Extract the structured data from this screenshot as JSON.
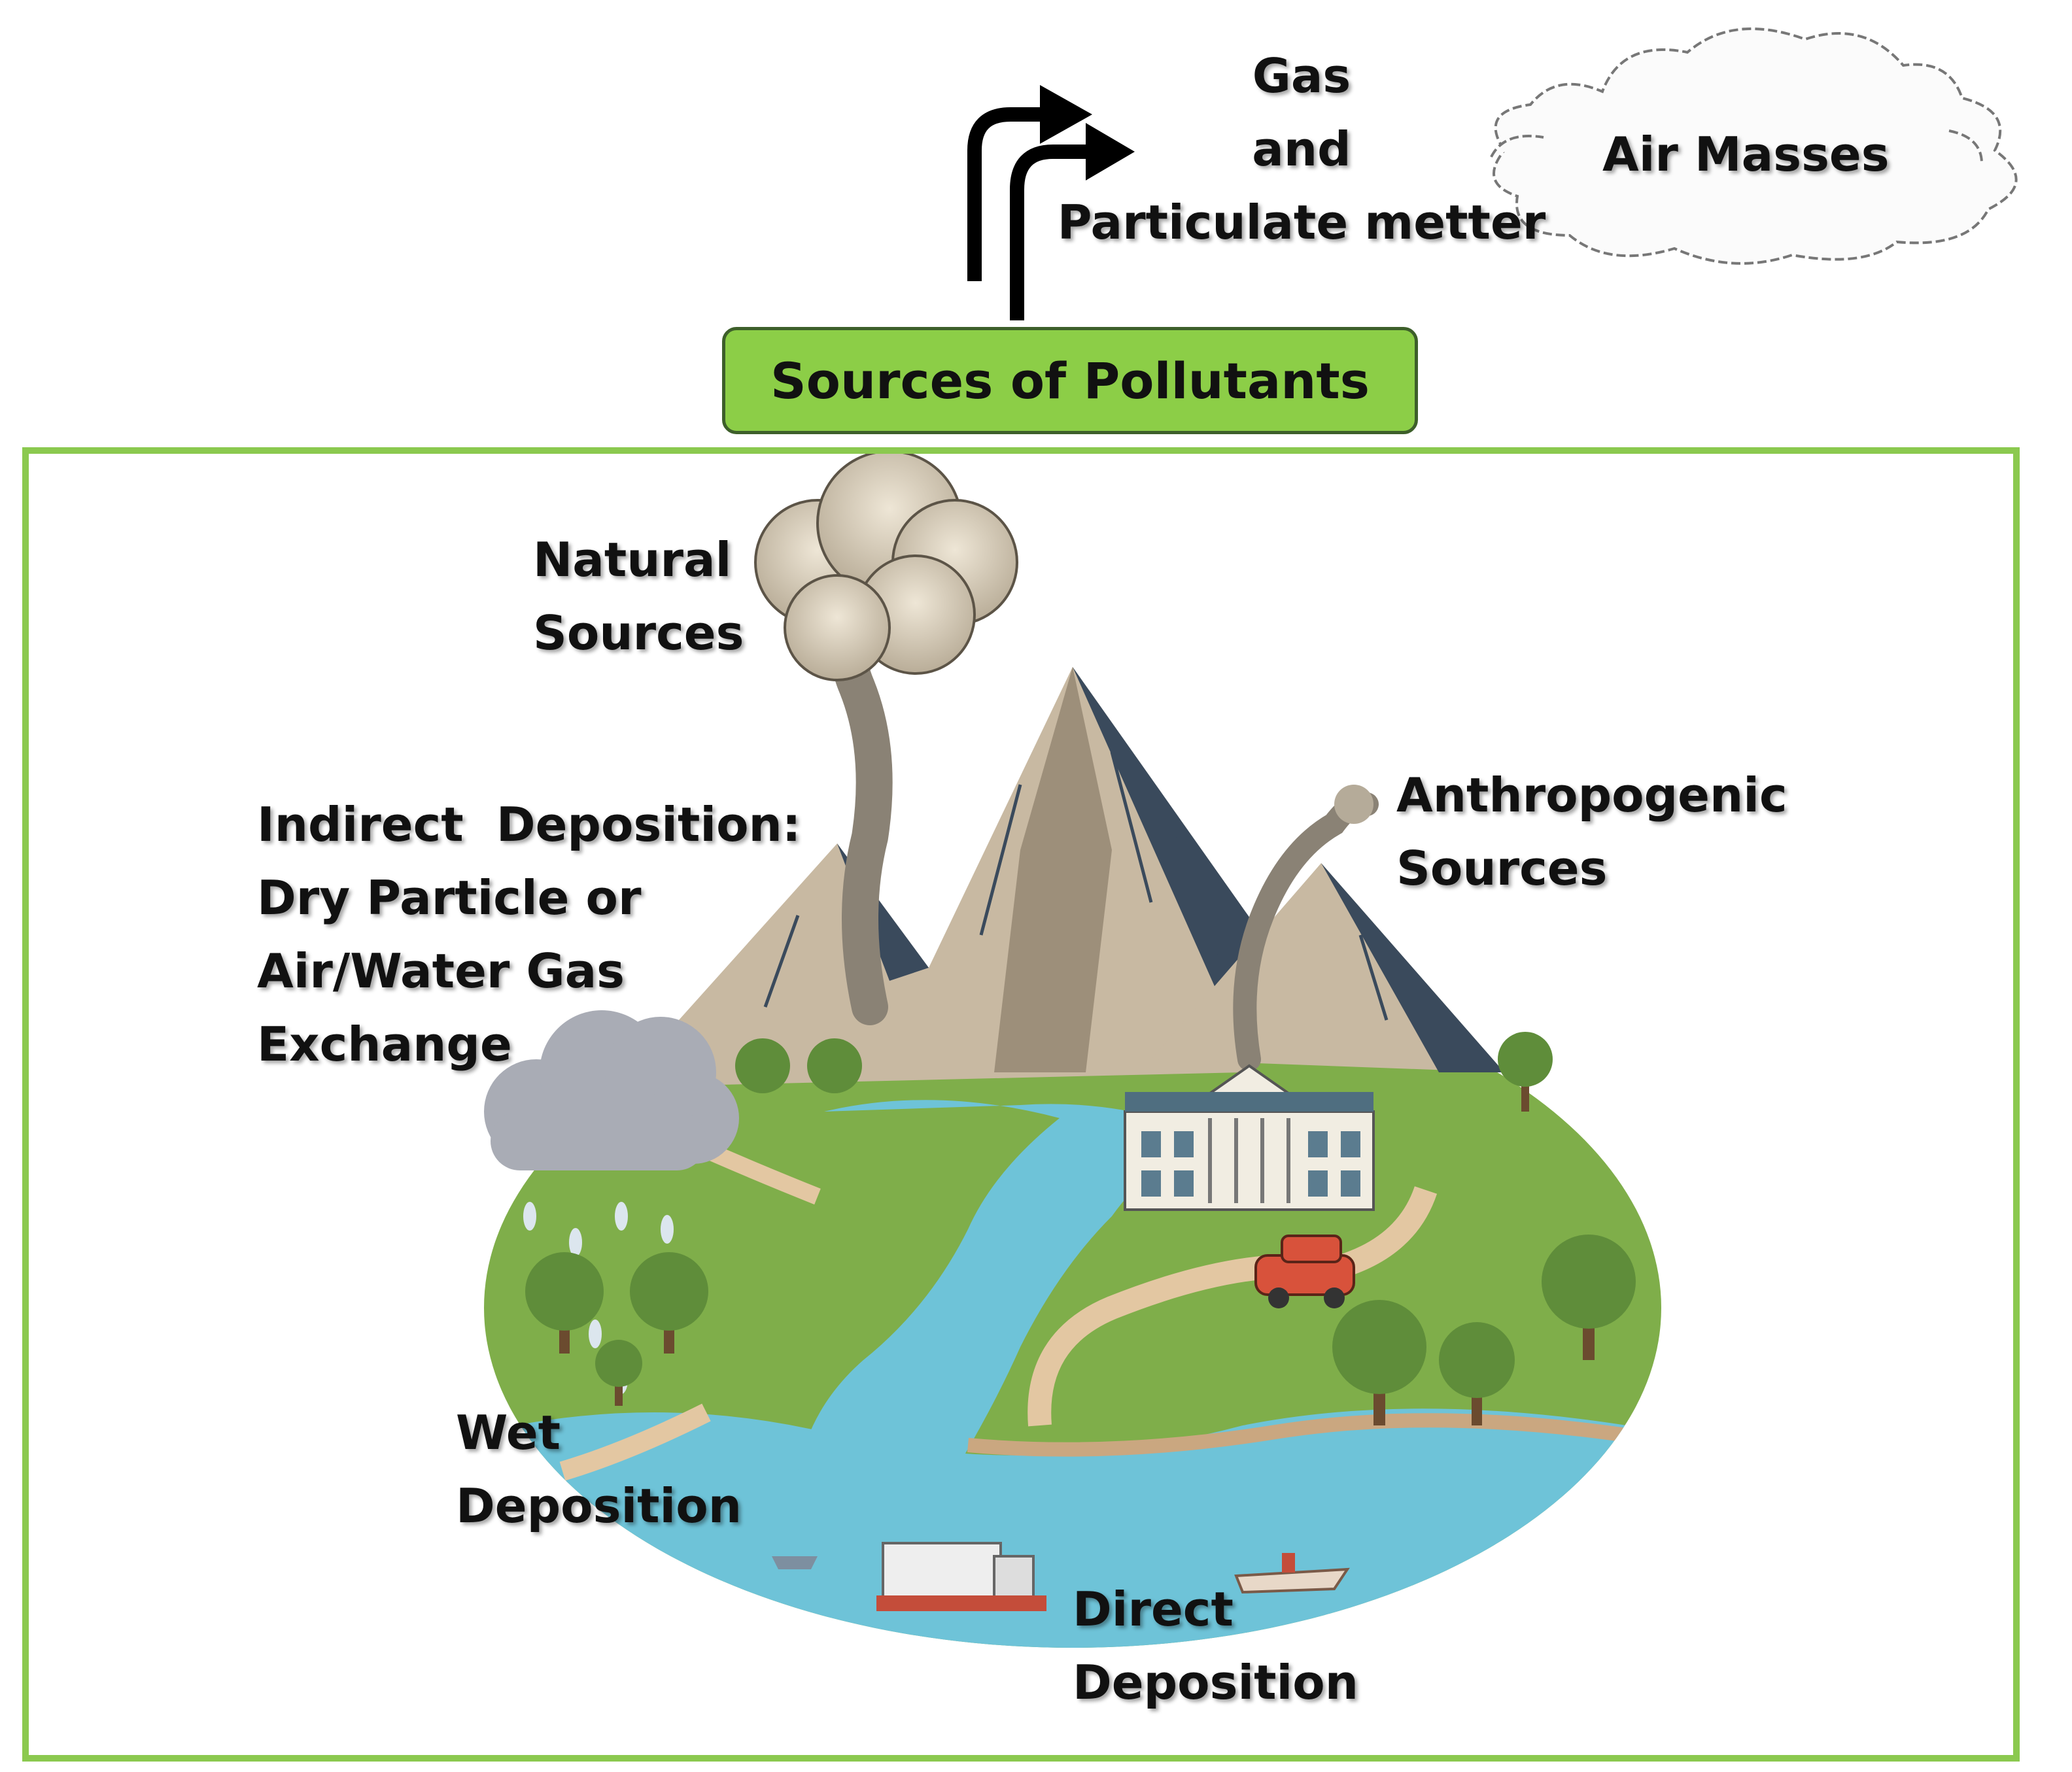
{
  "top": {
    "gas_lines": [
      "Gas",
      "and",
      "Particulate metter"
    ],
    "air_masses": "Air Masses"
  },
  "source_box": {
    "label": "Sources of Pollutants",
    "color": "#8cce47",
    "border": "#3d5f2a"
  },
  "frame_color": "#8bc94f",
  "labels": {
    "natural": [
      "Natural",
      "Sources"
    ],
    "anthropogenic": [
      "Anthropogenic",
      "Sources"
    ],
    "indirect": [
      "Indirect  Deposition:",
      "Dry Particle or",
      "Air/Water Gas",
      "Exchange"
    ],
    "wet": [
      "Wet",
      "Deposition"
    ],
    "direct": [
      "Direct",
      "Deposition"
    ]
  },
  "colors": {
    "grass": "#7fae4a",
    "water": "#6ec3d8",
    "mountain": "#c8b9a2",
    "mountain_shadow": "#3a4a5c",
    "smoke": "#9a948a",
    "rain_cloud": "#a9acb5",
    "tree": "#5f8d3a",
    "building": "#f1ede2",
    "car": "#d8523b"
  },
  "icons": [
    "arrow-icon",
    "cloud-outline-icon",
    "volcano-plume-icon",
    "factory-smoke-icon",
    "rain-cloud-icon",
    "tree-icon",
    "building-icon",
    "car-icon",
    "truck-icon",
    "boat-icon"
  ]
}
